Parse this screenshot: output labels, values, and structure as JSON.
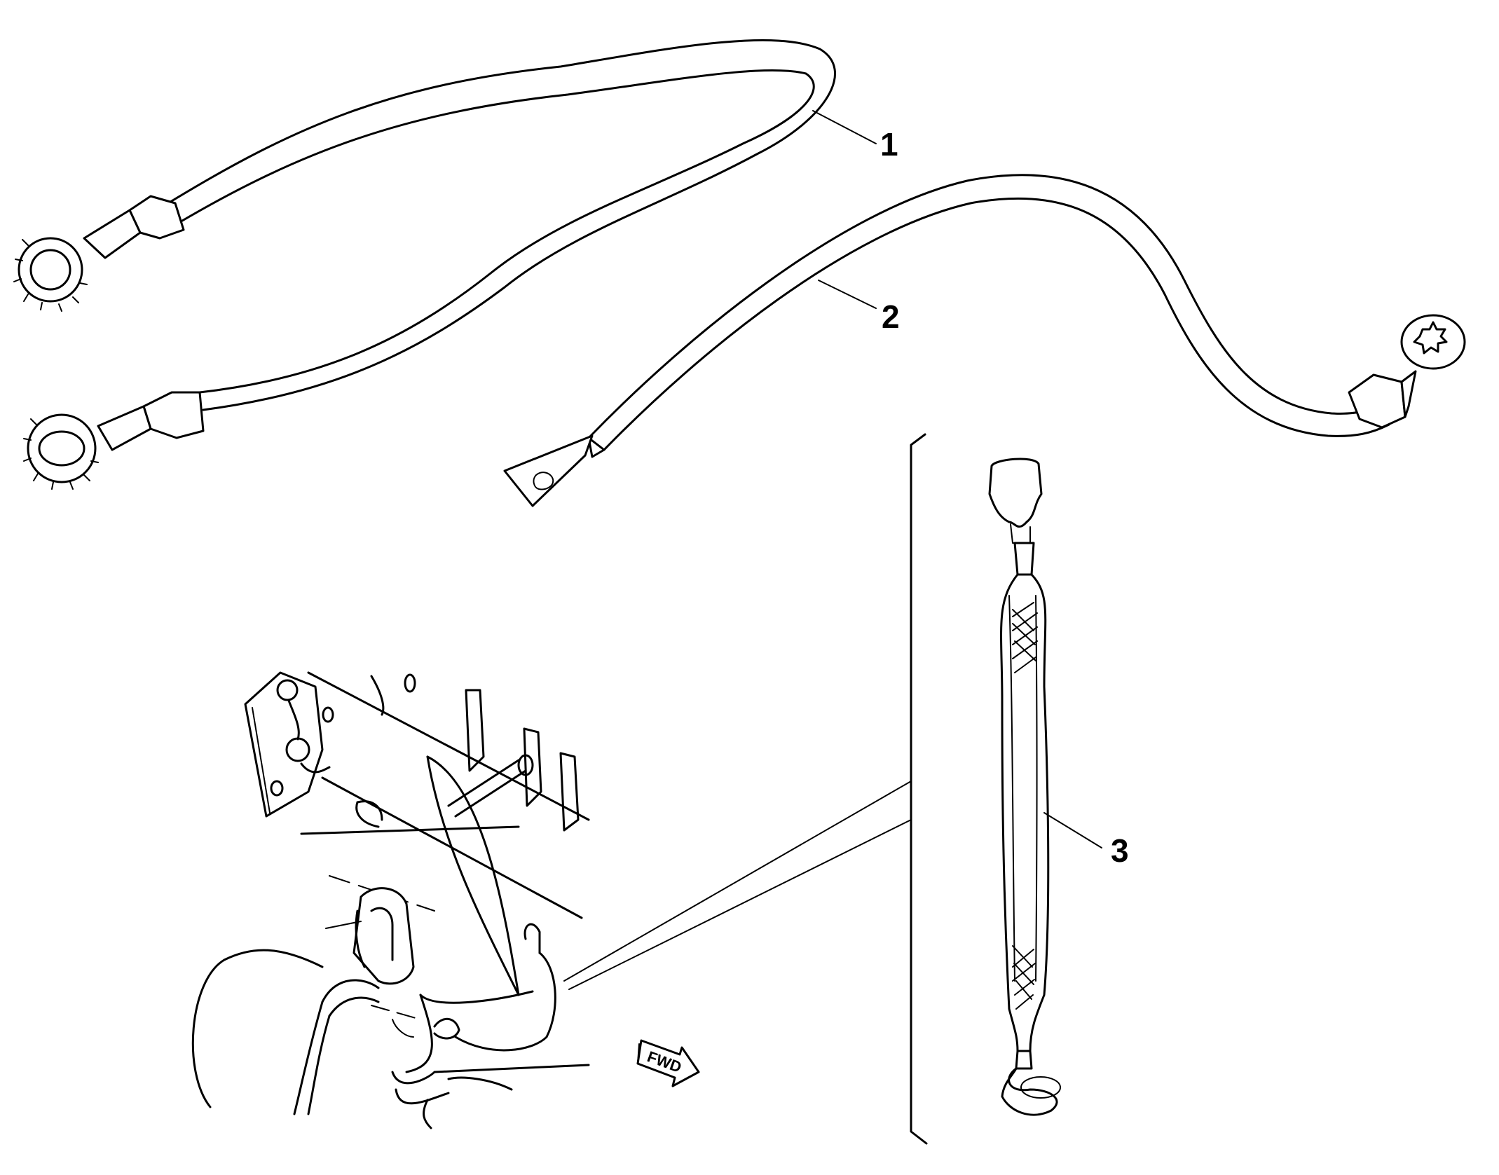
{
  "callouts": [
    {
      "id": "1",
      "label": "1"
    },
    {
      "id": "2",
      "label": "2"
    },
    {
      "id": "3",
      "label": "3"
    }
  ],
  "direction_arrow": {
    "label": "FWD"
  }
}
